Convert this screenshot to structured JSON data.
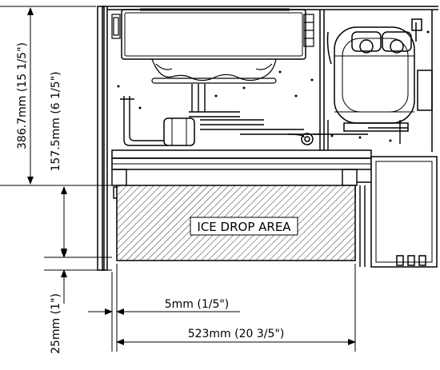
{
  "dimensions": {
    "total_height": "386.7mm (15 1/5\")",
    "upper_height": "157.5mm (6 1/5\")",
    "bottom_gap": "25mm (1\")",
    "side_gap": "5mm (1/5\")",
    "drop_width": "523mm (20 3/5\")"
  },
  "labels": {
    "ice_drop_area": "ICE DROP AREA"
  }
}
